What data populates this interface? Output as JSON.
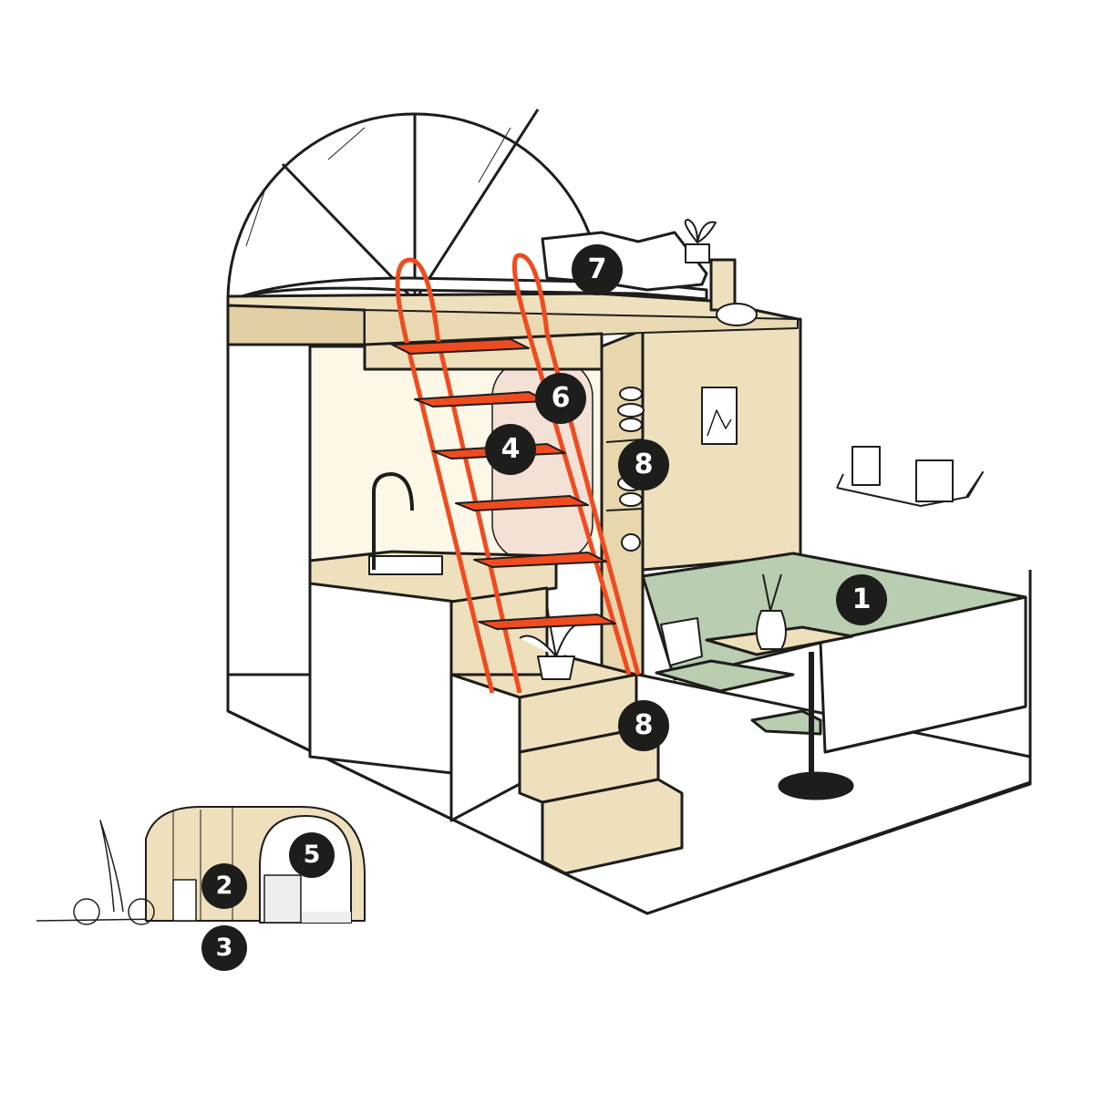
{
  "colors": {
    "wood": "#efe0bd",
    "wood_dark": "#e2cfa3",
    "cream": "#fdf7e7",
    "green": "#b9cdb0",
    "ladder": "#f04b1f",
    "ink": "#1d1d1b"
  },
  "callouts": [
    {
      "label": "7",
      "feature": "loft-bed"
    },
    {
      "label": "6",
      "feature": "ladder"
    },
    {
      "label": "4",
      "feature": "kitchen"
    },
    {
      "label": "8",
      "feature": "shelving"
    },
    {
      "label": "1",
      "feature": "dining-booth"
    },
    {
      "label": "8",
      "feature": "storage-stairs"
    },
    {
      "label": "5",
      "feature": "arched-window"
    },
    {
      "label": "2",
      "feature": "cabin-window"
    },
    {
      "label": "3",
      "feature": "cabin-wall"
    }
  ]
}
